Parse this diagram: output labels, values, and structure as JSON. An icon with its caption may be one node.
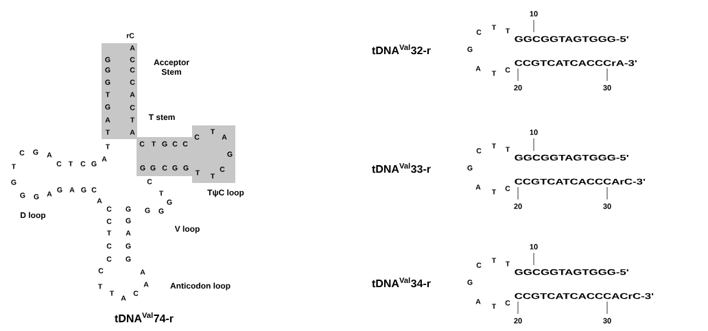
{
  "diagram": {
    "labels": [
      "rC",
      "G",
      "G",
      "G",
      "T",
      "G",
      "A",
      "T",
      "T",
      "A",
      "C",
      "C",
      "C",
      "A",
      "C",
      "T",
      "A",
      "Acceptor Stem",
      "T stem",
      "A",
      "C",
      "G",
      "A",
      "C",
      "T",
      "C",
      "G",
      "T",
      "G",
      "G",
      "G",
      "A",
      "G",
      "A",
      "G",
      "C",
      "A",
      "C",
      "T",
      "G",
      "C",
      "C",
      "G",
      "G",
      "C",
      "G",
      "G",
      "C",
      "T",
      "A",
      "G",
      "C",
      "T",
      "T",
      "TψC loop",
      "C",
      "T",
      "G",
      "G",
      "G",
      "V loop",
      "D loop",
      "C",
      "C",
      "T",
      "C",
      "C",
      "G",
      "G",
      "A",
      "G",
      "G",
      "C",
      "T",
      "T",
      "A",
      "C",
      "A",
      "A",
      "Anticodon loop",
      "tDNA$^{Val}$74-r",
      "tDNA$^{Val}$32-r",
      "10",
      "C",
      "T",
      "T",
      "GGCGGTAGTGGG-5'",
      "G",
      "A",
      "T",
      "C",
      "CCGTCATCACCCrA-3'",
      "20",
      "30",
      "tDNA$^{Val}$33-r",
      "10",
      "C",
      "T",
      "T",
      "GGCGGTAGTGGG-5'",
      "G",
      "A",
      "T",
      "C",
      "CCGTCATCACCCArC-3'",
      "20",
      "30",
      "tDNA$^{Val}$34-r",
      "10",
      "C",
      "T",
      "T",
      "GGCGGTAGTGGG-5'",
      "G",
      "A",
      "T",
      "C",
      "CCGTCATCACCCACrC-3'",
      "20",
      "30"
    ]
  }
}
